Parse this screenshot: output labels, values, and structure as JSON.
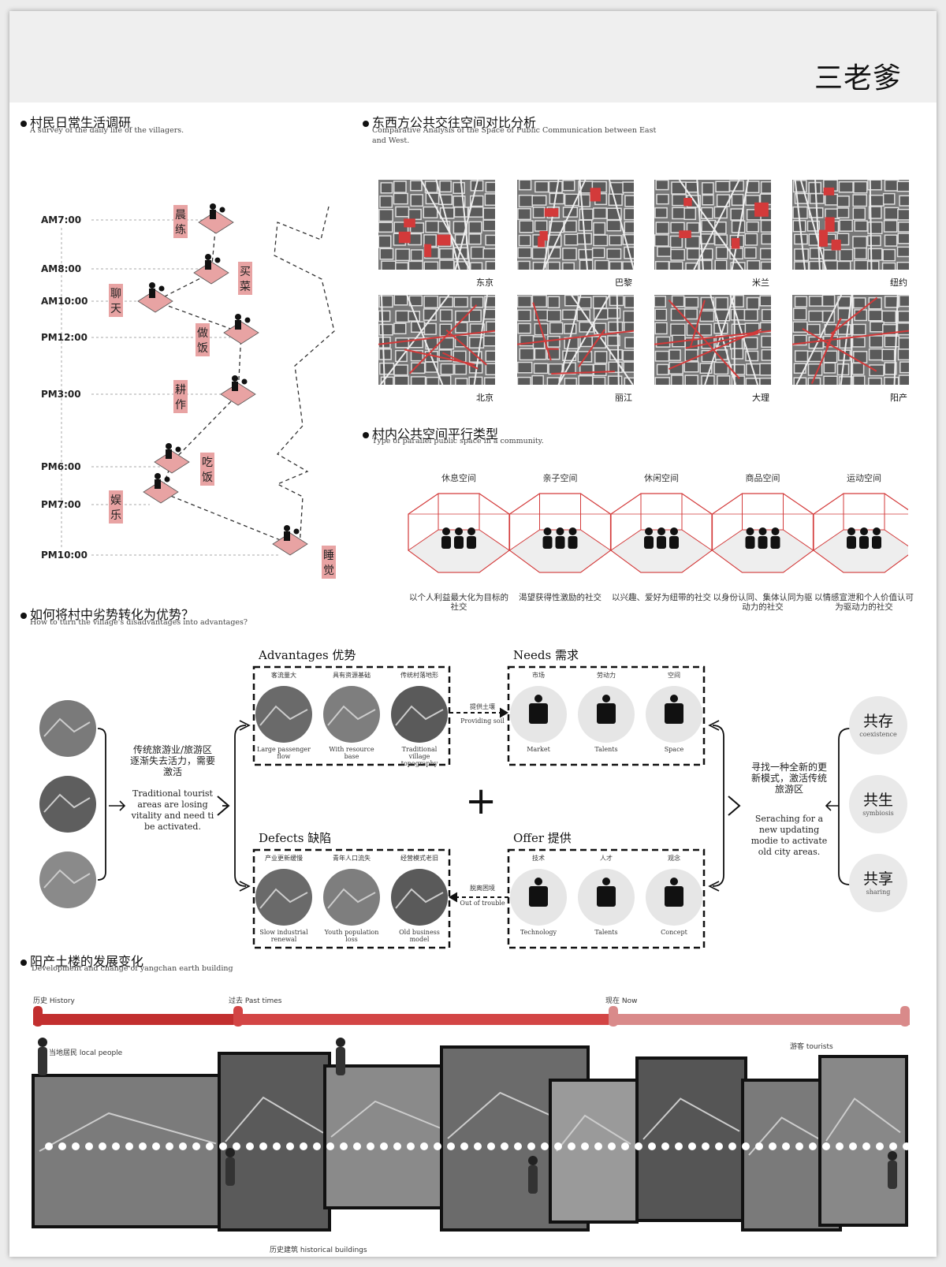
{
  "brand": "三老爹",
  "survey": {
    "title": "村民日常生活调研",
    "subtitle": "A survey of the daily life of the villagers.",
    "times": [
      "AM7:00",
      "AM8:00",
      "AM10:00",
      "PM12:00",
      "PM3:00",
      "PM6:00",
      "PM7:00",
      "PM10:00"
    ],
    "activities": [
      {
        "label": "晨练",
        "time": "AM7:00"
      },
      {
        "label": "买菜",
        "time": "AM8:00"
      },
      {
        "label": "聊天",
        "time": "AM10:00"
      },
      {
        "label": "做饭",
        "time": "PM12:00"
      },
      {
        "label": "耕作",
        "time": "PM3:00"
      },
      {
        "label": "吃饭",
        "time": "PM6:00"
      },
      {
        "label": "娱乐",
        "time": "PM7:00"
      },
      {
        "label": "睡觉",
        "time": "PM10:00"
      }
    ]
  },
  "comparison": {
    "title": "东西方公共交往空间对比分析",
    "subtitle": "Comparative Analysis of the Space of Public Communication between East and West.",
    "maps": [
      "东京",
      "巴黎",
      "米兰",
      "纽约",
      "北京",
      "丽江",
      "大理",
      "阳产"
    ]
  },
  "parallel": {
    "title": "村内公共空间平行类型",
    "subtitle": "Type of parallel public space in a community.",
    "types": [
      {
        "name": "休息空间",
        "desc": "以个人利益最大化为目标的社交"
      },
      {
        "name": "亲子空间",
        "desc": "渴望获得性激励的社交"
      },
      {
        "name": "休闲空间",
        "desc": "以兴趣、爱好为纽带的社交"
      },
      {
        "name": "商品空间",
        "desc": "以身份认同、集体认同为驱动力的社交"
      },
      {
        "name": "运动空间",
        "desc": "以情感宣泄和个人价值认可为驱动力的社交"
      }
    ]
  },
  "transform": {
    "title": "如何将村中劣势转化为优势？",
    "subtitle": "How to turn the village's disadvantages into advantages?",
    "left_zh": "传统旅游业/旅游区逐渐失去活力，需要激活",
    "left_en": "Traditional tourist areas are losing vitality and need ti be activated.",
    "advantages": {
      "title": "Advantages 优势",
      "items": [
        {
          "zh": "客流量大",
          "en": "Large passenger flow"
        },
        {
          "zh": "具有资源基础",
          "en": "With resource base"
        },
        {
          "zh": "传统村落地形",
          "en": "Traditional village topography"
        }
      ]
    },
    "needs": {
      "title": "Needs 需求",
      "items": [
        {
          "zh": "市场",
          "en": "Market"
        },
        {
          "zh": "劳动力",
          "en": "Talents"
        },
        {
          "zh": "空间",
          "en": "Space"
        }
      ]
    },
    "defects": {
      "title": "Defects 缺陷",
      "items": [
        {
          "zh": "产业更新缓慢",
          "en": "Slow industrial renewal"
        },
        {
          "zh": "青年人口流失",
          "en": "Youth population loss"
        },
        {
          "zh": "经营模式老旧",
          "en": "Old business model"
        }
      ]
    },
    "offer": {
      "title": "Offer 提供",
      "items": [
        {
          "zh": "技术",
          "en": "Technology"
        },
        {
          "zh": "人才",
          "en": "Talents"
        },
        {
          "zh": "观念",
          "en": "Concept"
        }
      ]
    },
    "arrow_top_zh": "提供土壤",
    "arrow_top_en": "Providing soil",
    "arrow_bottom_zh": "脱离困境",
    "arrow_bottom_en": "Out of trouble",
    "plus": "+",
    "right_zh": "寻找一种全新的更新模式，激活传统旅游区",
    "right_en": "Seraching for a new updating modie to activate old city areas.",
    "outcomes": [
      {
        "zh": "共存",
        "en": "coexistence"
      },
      {
        "zh": "共生",
        "en": "symbiosis"
      },
      {
        "zh": "共享",
        "en": "sharing"
      }
    ]
  },
  "development": {
    "title": "阳产土楼的发展变化",
    "subtitle": "Development and change of yangchan earth building",
    "timeline": [
      {
        "zh": "历史",
        "en": "History"
      },
      {
        "zh": "过去",
        "en": "Past times"
      },
      {
        "zh": "现在",
        "en": "Now"
      }
    ],
    "local_zh": "当地居民",
    "local_en": "local people",
    "tourist_zh": "游客",
    "tourist_en": "tourists",
    "historic_zh": "历史建筑",
    "historic_en": "historical buildings"
  },
  "colors": {
    "accent": "#d33a3a",
    "pink": "#e8a3a3",
    "gray": "#6d6d6d"
  }
}
